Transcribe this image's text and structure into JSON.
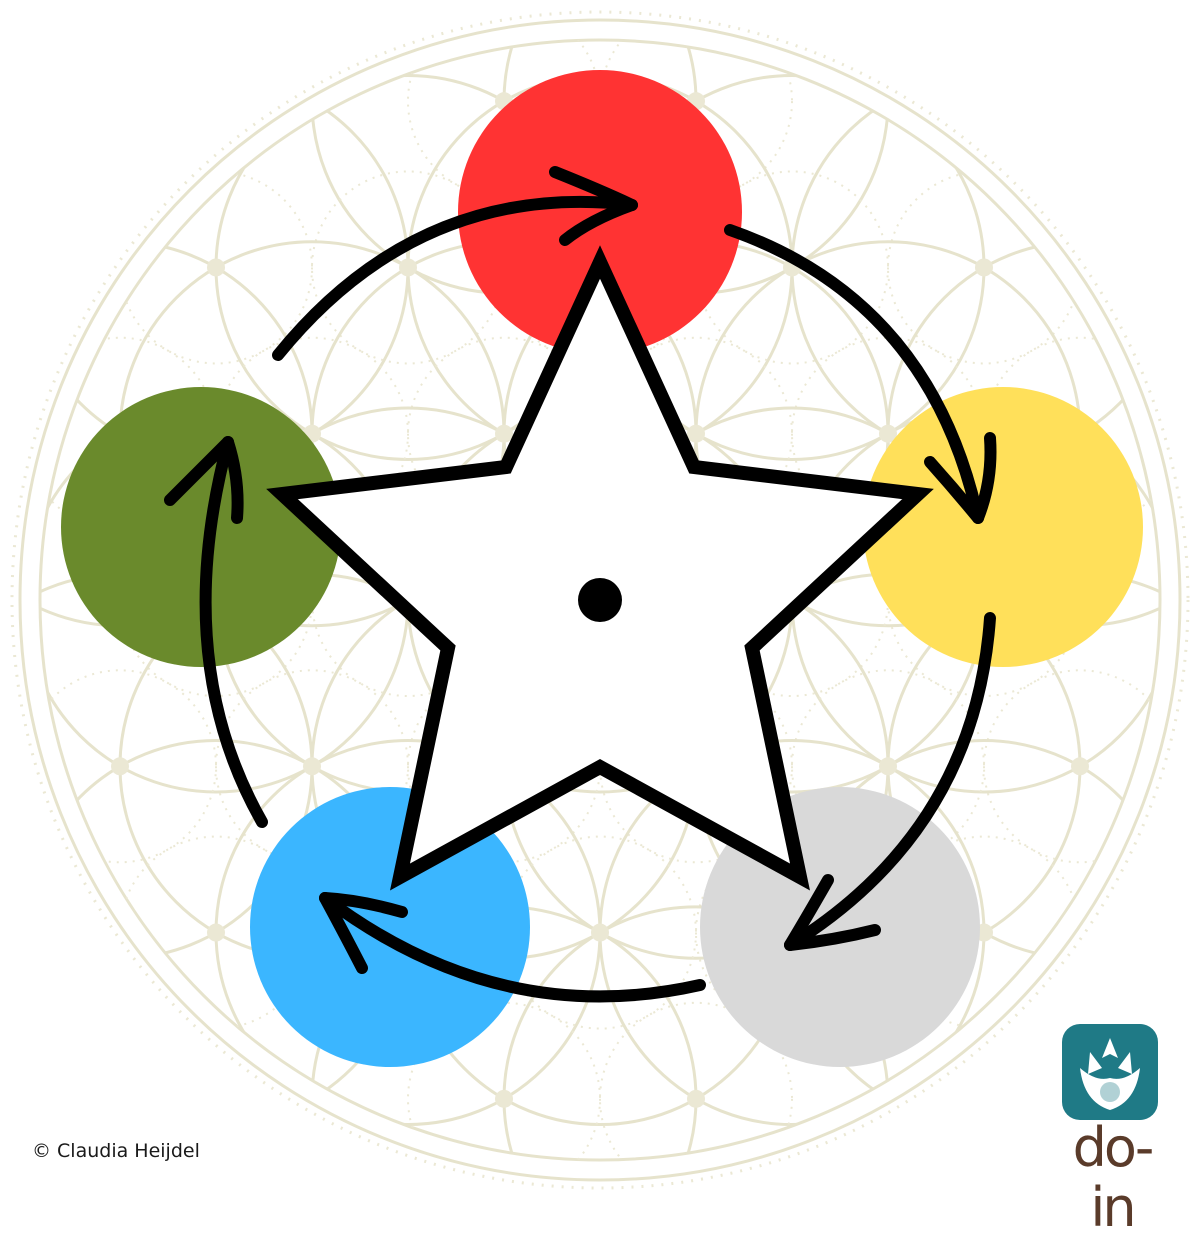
{
  "copyright": "© Claudia Heijdel",
  "logo": {
    "word": "do-in",
    "brand_color": "#1f7a86",
    "word_color": "#5a3b2a"
  },
  "colors": {
    "pattern": "#e6e3cc",
    "pattern_dots": "#ebe8d4",
    "fire_red": "#ff3333",
    "earth_yellow": "#ffe05a",
    "metal_gray": "#d9d9d9",
    "water_blue": "#3bb6ff",
    "wood_green": "#6a8a2c",
    "lines": "#000000"
  },
  "elements": [
    {
      "name": "red-circle",
      "color": "#ff3333"
    },
    {
      "name": "yellow-circle",
      "color": "#ffe05a"
    },
    {
      "name": "gray-circle",
      "color": "#d9d9d9"
    },
    {
      "name": "blue-circle",
      "color": "#3bb6ff"
    },
    {
      "name": "green-circle",
      "color": "#6a8a2c"
    }
  ]
}
